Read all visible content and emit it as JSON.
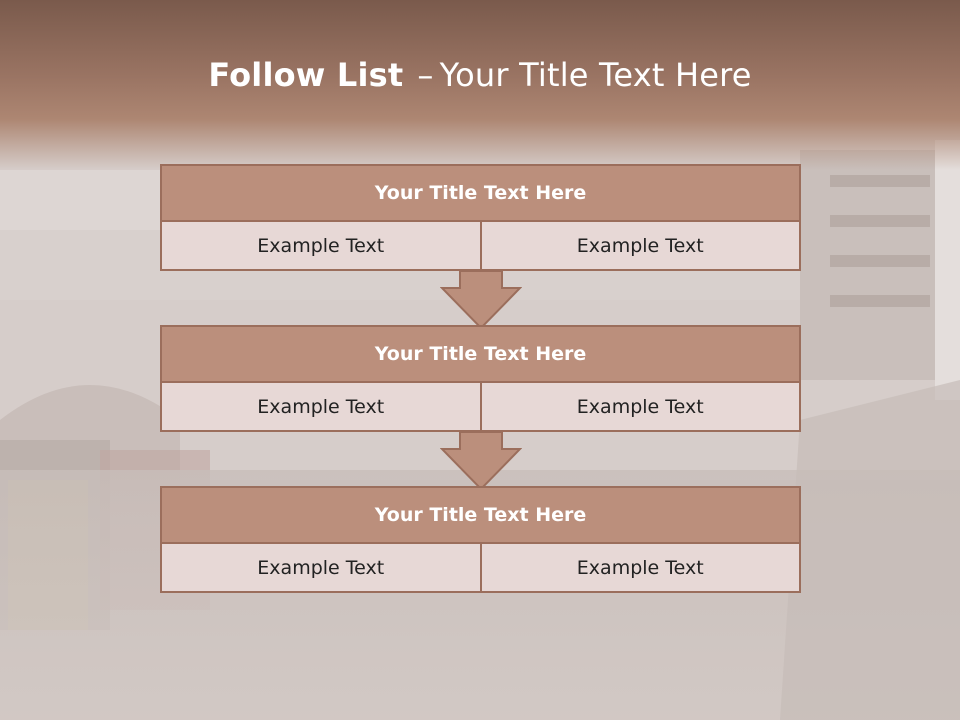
{
  "slide": {
    "title_bold": "Follow List",
    "title_dash": "–",
    "title_rest": "Your Title Text Here",
    "colors": {
      "header": "#9a7463",
      "box_title": "#bb8f7c",
      "box_cell": "#e7d8d6",
      "border": "#9b6e5c",
      "arrow": "#bb8f7c"
    }
  },
  "rows": [
    {
      "title": "Your Title Text Here",
      "left": "Example Text",
      "right": "Example Text"
    },
    {
      "title": "Your Title Text Here",
      "left": "Example Text",
      "right": "Example Text"
    },
    {
      "title": "Your Title Text Here",
      "left": "Example Text",
      "right": "Example Text"
    }
  ],
  "arrows": [
    "down-arrow-icon",
    "down-arrow-icon"
  ]
}
